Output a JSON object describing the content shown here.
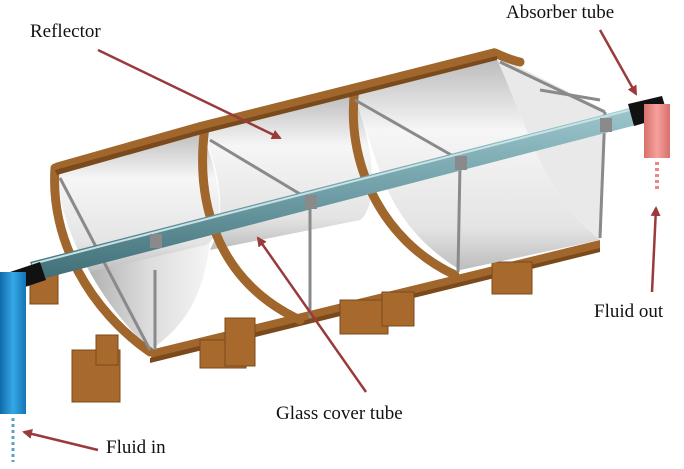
{
  "labels": {
    "reflector": "Reflector",
    "absorber_tube": "Absorber tube",
    "fluid_out": "Fluid out",
    "glass_cover_tube": "Glass cover tube",
    "fluid_in": "Fluid in"
  },
  "colors": {
    "wood_frame": "#a0662b",
    "wood_dark": "#7a4a1c",
    "reflector_light": "#f4f4f4",
    "reflector_shade": "#9a9a9a",
    "glass_tube": "#6f9ea6",
    "absorber_end": "#111111",
    "fluid_in_pipe": "#1f8fd0",
    "fluid_out_pipe": "#e88a86",
    "arrow": "#9b3a3a"
  }
}
